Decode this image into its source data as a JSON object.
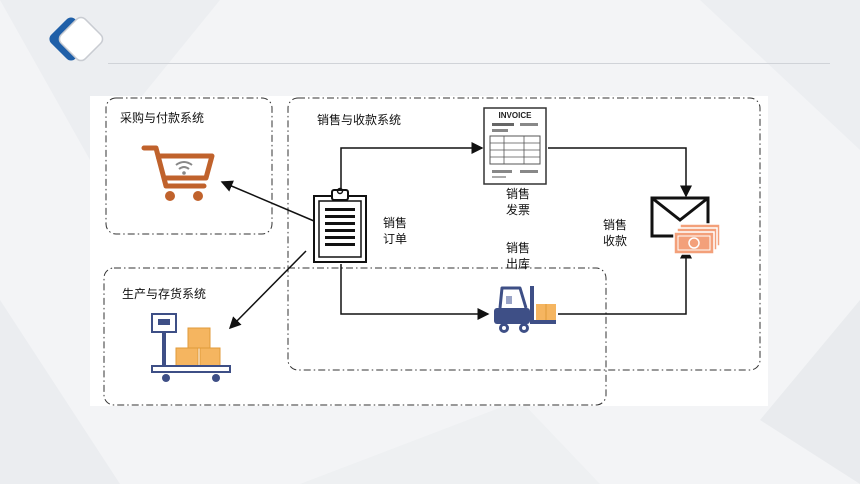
{
  "diagram": {
    "systems": {
      "purchasing": "采购与付款系统",
      "sales": "销售与收款系统",
      "production": "生产与存货系统"
    },
    "invoice_header": "INVOICE",
    "flows": {
      "sales_order": [
        "销售",
        "订单"
      ],
      "sales_invoice": [
        "销售",
        "发票"
      ],
      "sales_outbound": [
        "销售",
        "出库"
      ],
      "sales_collection": [
        "销售",
        "收款"
      ]
    }
  },
  "colors": {
    "logo_blue": "#1f5fa8",
    "cart": "#c0622c",
    "box": "#f5b560",
    "money": "#f3a07a",
    "dash_border": "#333333"
  }
}
